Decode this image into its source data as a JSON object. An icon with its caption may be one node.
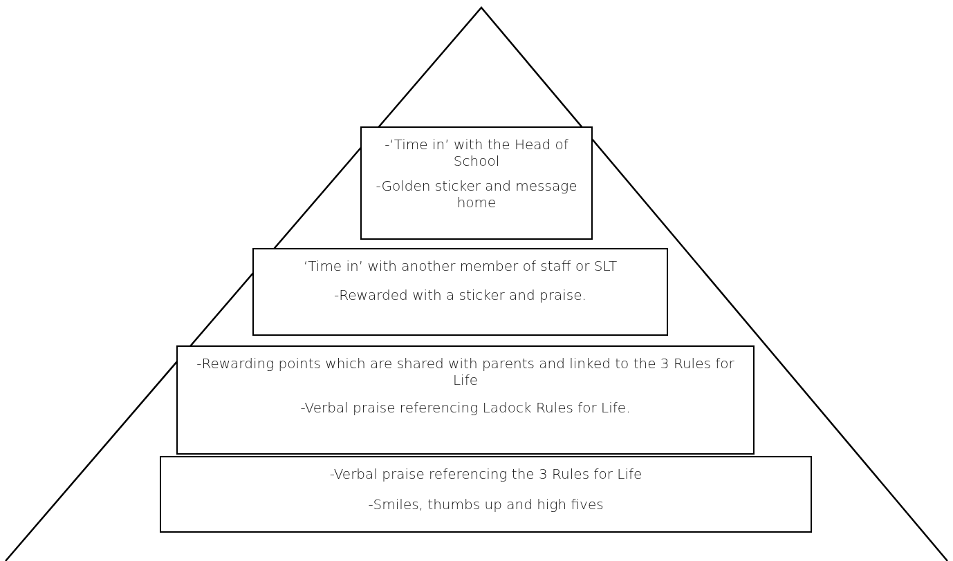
{
  "diagram": {
    "nodes": [
      {
        "text": [
          "-‘Time in’ with the Head of School",
          "-Golden sticker and message home"
        ]
      },
      {
        "text": [
          "‘Time in’ with another member of staff or SLT",
          "-Rewarded with a sticker and praise."
        ]
      },
      {
        "text": [
          "-Rewarding points which are shared with parents and linked to the 3 Rules for Life",
          "-Verbal praise referencing Ladock Rules for Life."
        ]
      },
      {
        "text": [
          "-Verbal praise referencing the 3 Rules for Life",
          "-Smiles, thumbs up and high fives"
        ]
      }
    ]
  }
}
